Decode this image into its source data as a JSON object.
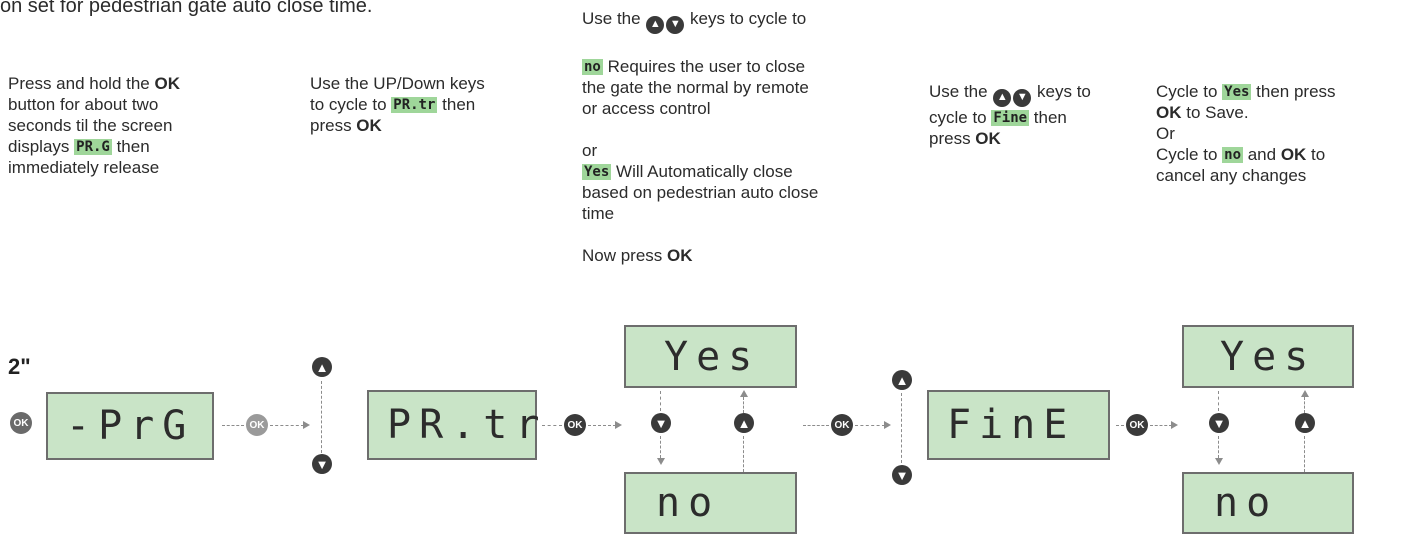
{
  "header": {
    "text": "on set for pedestrian gate auto close time."
  },
  "step1": {
    "l1a": "Press and hold the ",
    "l1b": "OK",
    "l2": "button for about two",
    "l3": "seconds til the screen",
    "l4a": "displays ",
    "l4hl": "PR.G",
    "l4b": " then",
    "l5": "immediately release"
  },
  "step2": {
    "l1": "Use the UP/Down keys",
    "l2a": "to cycle to ",
    "l2hl": "PR.tr",
    "l2b": " then",
    "l3a": "press ",
    "l3b": "OK"
  },
  "step3": {
    "top_a": "Use the ",
    "top_b": " keys to cycle to",
    "no_hl": "no",
    "no_l1": " Requires the user to close",
    "no_l2": "the gate the normal by remote",
    "no_l3": "or access control",
    "or": "or",
    "yes_hl": "Yes",
    "yes_l1": " Will Automatically close",
    "yes_l2": "based on pedestrian auto close",
    "yes_l3": "time",
    "now_a": "Now press ",
    "now_b": "OK"
  },
  "step4": {
    "l1a": "Use the ",
    "l1b": "  keys to",
    "l2a": "cycle to ",
    "l2hl": "Fine",
    "l2b": " then",
    "l3a": "press ",
    "l3b": "OK"
  },
  "step5": {
    "l1a": "Cycle to ",
    "l1hl": "Yes",
    "l1b": " then press",
    "l2a": "OK",
    "l2b": " to Save.",
    "l3": "Or",
    "l4a": "Cycle to ",
    "l4hl": "no",
    "l4b": " and ",
    "l4c": "OK",
    "l4d": " to",
    "l5": "cancel any changes"
  },
  "diagram": {
    "duration": "2\"",
    "ok_label": "OK",
    "up_glyph": "▲",
    "down_glyph": "▼",
    "displays": {
      "prg": "-PrG",
      "patr": "PR.tr",
      "yes1": "Yes",
      "no1": "no",
      "fine": "FinE",
      "yes2": "Yes",
      "no2": "no"
    }
  },
  "colors": {
    "lcd_bg": "#c9e4c7",
    "highlight": "#9fd69a",
    "icon_dark": "#3a3a3a"
  }
}
